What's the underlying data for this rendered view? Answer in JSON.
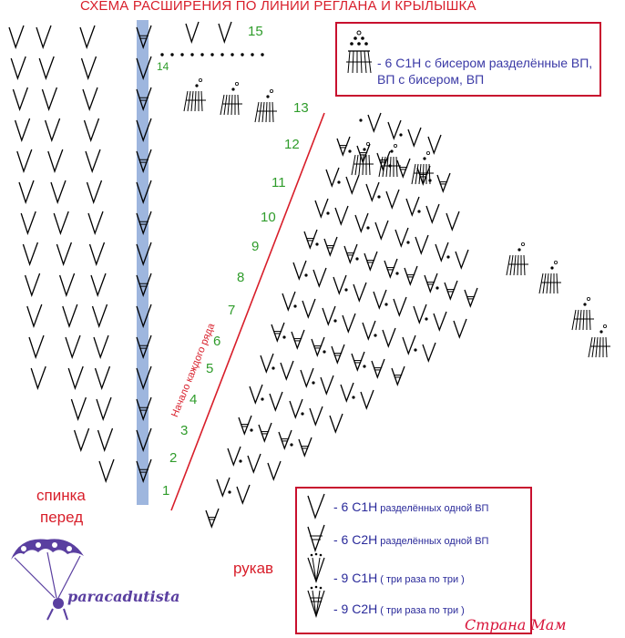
{
  "title": "СХЕМА РАСШИРЕНИЯ ПО ЛИНИИ РЕГЛАНА И КРЫЛЫШКА",
  "legend_top": {
    "text": "- 6 С1Н с бисером разделённые ВП, ВП с бисером, ВП"
  },
  "legend_bottom": [
    {
      "main": "- 6 С1Н",
      "small": " разделённых одной ВП",
      "symbol": "v-single"
    },
    {
      "main": "- 6 С2Н",
      "small": " разделённых одной ВП",
      "symbol": "v-double"
    },
    {
      "main": "- 9 С1Н",
      "small": "  ( три раза по три )",
      "symbol": "fan-single"
    },
    {
      "main": "- 9 С2Н",
      "small": "  ( три раза по три )",
      "symbol": "fan-double"
    }
  ],
  "labels": {
    "back_front_1": "спинка",
    "back_front_2": "перед",
    "sleeve": "рукав",
    "start_each_row": "Начало каждого ряда"
  },
  "row_numbers": [
    "1",
    "2",
    "3",
    "4",
    "5",
    "6",
    "7",
    "8",
    "9",
    "10",
    "11",
    "12",
    "13",
    "14",
    "15"
  ],
  "logo": {
    "text": "paracadutista"
  },
  "watermark": "Страна Мам",
  "colors": {
    "title_red": "#d81e2a",
    "border_red": "#c8102e",
    "row_number_green": "#2f9c2b",
    "legend_text_blue": "#2a2a9a",
    "raglan_line_blue": "#9eb6de",
    "logo_purple": "#5a3fa0"
  }
}
